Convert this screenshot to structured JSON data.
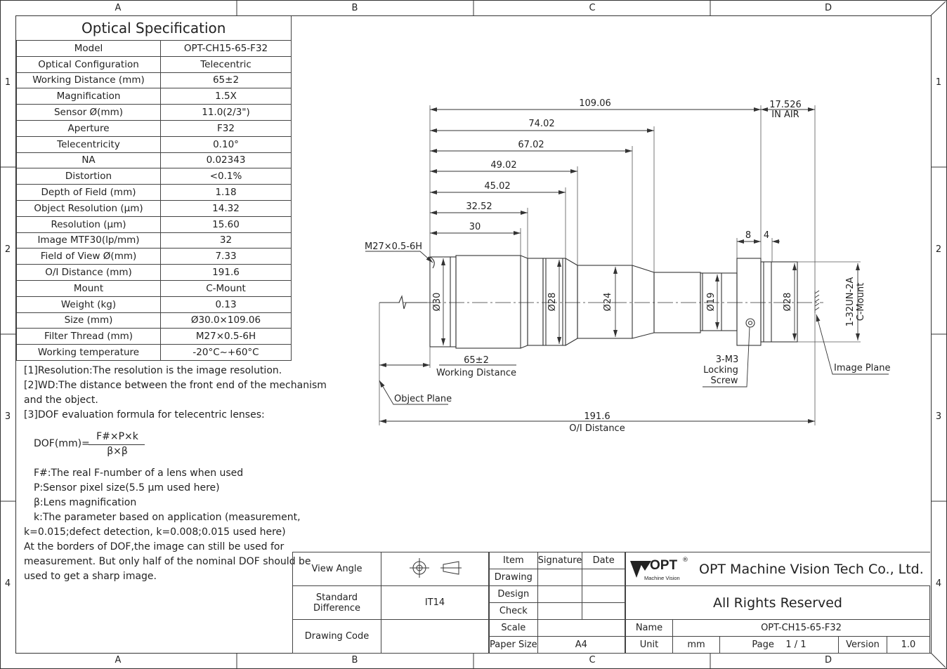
{
  "zones": {
    "cols": [
      "A",
      "B",
      "C",
      "D"
    ],
    "rows": [
      "1",
      "2",
      "3",
      "4"
    ]
  },
  "spec": {
    "title": "Optical Specification",
    "rows": [
      {
        "label": "Model",
        "value": "OPT-CH15-65-F32"
      },
      {
        "label": "Optical Configuration",
        "value": "Telecentric"
      },
      {
        "label": "Working Distance (mm)",
        "value": "65±2"
      },
      {
        "label": "Magnification",
        "value": "1.5X"
      },
      {
        "label": "Sensor Ø(mm)",
        "value": "11.0(2/3\")"
      },
      {
        "label": "Aperture",
        "value": "F32"
      },
      {
        "label": "Telecentricity",
        "value": "0.10°"
      },
      {
        "label": "NA",
        "value": "0.02343"
      },
      {
        "label": "Distortion",
        "value": "<0.1%"
      },
      {
        "label": "Depth of Field (mm)",
        "value": "1.18"
      },
      {
        "label": "Object Resolution (μm)",
        "value": "14.32"
      },
      {
        "label": "Resolution (μm)",
        "value": "15.60"
      },
      {
        "label": "Image MTF30(lp/mm)",
        "value": "32"
      },
      {
        "label": "Field of View Ø(mm)",
        "value": "7.33"
      },
      {
        "label": "O/I Distance (mm)",
        "value": "191.6"
      },
      {
        "label": "Mount",
        "value": "C-Mount"
      },
      {
        "label": "Weight (kg)",
        "value": "0.13"
      },
      {
        "label": "Size (mm)",
        "value": "Ø30.0×109.06"
      },
      {
        "label": "Filter Thread (mm)",
        "value": "M27×0.5-6H"
      },
      {
        "label": "Working temperature",
        "value": "-20°C~+60°C"
      }
    ]
  },
  "notes": {
    "n1": "[1]Resolution:The resolution is the image resolution.",
    "n2a": "[2]WD:The distance between the front end of the mechanism",
    "n2b": "and the object.",
    "n3": "[3]DOF evaluation formula for telecentric lenses:",
    "dof_label": "DOF(mm)=",
    "dof_num": "F#×P×k",
    "dof_den": "β×β",
    "f": "F#:The real F-number of a lens when used",
    "p": "P:Sensor pixel size(5.5 μm used here)",
    "b": "β:Lens magnification",
    "k1": "k:The parameter based on application (measurement,",
    "k2": "k=0.015;defect detection, k=0.008;0.015 used here)",
    "a1": "At the borders of DOF,the image can still be used for",
    "a2": "measurement. But only half of the nominal DOF should be",
    "a3": "used to get a sharp image."
  },
  "drawing": {
    "dims": [
      "109.06",
      "74.02",
      "67.02",
      "49.02",
      "45.02",
      "32.52",
      "30"
    ],
    "back_focal": "17.526",
    "in_air": "IN AIR",
    "d8": "8",
    "d4": "4",
    "thread": "M27×0.5-6H",
    "dia30": "Ø30",
    "dia28a": "Ø28",
    "dia24": "Ø24",
    "dia19": "Ø19",
    "dia28b": "Ø28",
    "mount1": "1-32UN-2A",
    "mount2": "C-Mount",
    "wd_val": "65±2",
    "wd_label": "Working Distance",
    "screw1": "3-M3",
    "screw2": "Locking",
    "screw3": "Screw",
    "image_plane": "Image Plane",
    "object_plane": "Object Plane",
    "oi_val": "191.6",
    "oi_label": "O/I Distance"
  },
  "titleblock": {
    "view_angle": "View Angle",
    "std_diff_1": "Standard",
    "std_diff_2": "Difference",
    "it14": "IT14",
    "drawing_code": "Drawing Code",
    "item": "Item",
    "signature": "Signature",
    "date": "Date",
    "drawing": "Drawing",
    "design": "Design",
    "check": "Check",
    "scale": "Scale",
    "paper_size": "Paper Size",
    "a4": "A4",
    "logo": "OPT",
    "logo_sub": "Machine Vision",
    "company": "OPT Machine Vision Tech Co., Ltd.",
    "rights": "All Rights Reserved",
    "name": "Name",
    "model": "OPT-CH15-65-F32",
    "unit": "Unit",
    "mm": "mm",
    "page_label": "Page",
    "page_value": "1  /  1",
    "version": "Version",
    "version_val": "1.0"
  },
  "colors": {
    "line": "#333333",
    "dim": "#444444"
  }
}
